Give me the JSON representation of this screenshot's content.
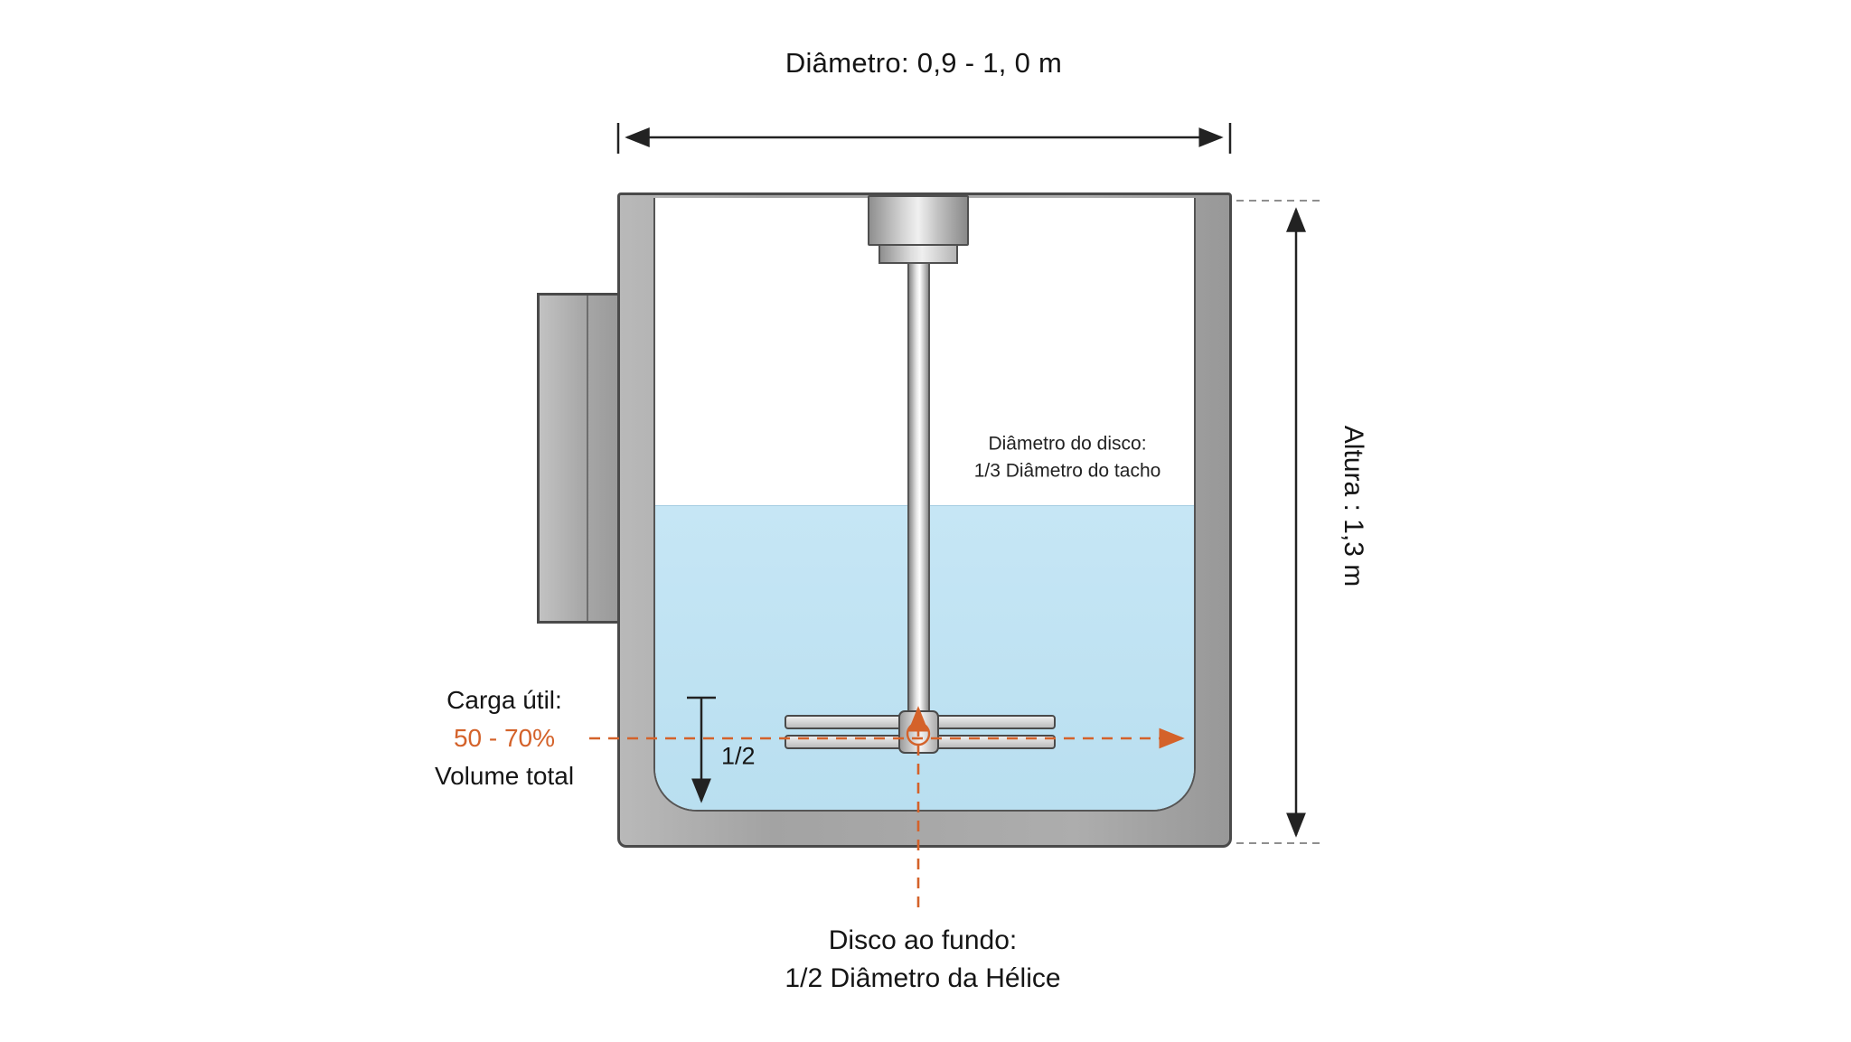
{
  "diagram": {
    "title_top": "Diâmetro: 0,9 - 1, 0 m",
    "height_label": "Altura : 1,3 m",
    "disc_label": {
      "line1": "Diâmetro do disco:",
      "line2": "1/3 Diâmetro do tacho"
    },
    "load_label": {
      "line1": "Carga útil:",
      "line2": "50 - 70%",
      "line3": "Volume total"
    },
    "half_label": "1/2",
    "bottom_label": {
      "line1": "Disco ao fundo:",
      "line2": "1/2 Diâmetro da Hélice"
    },
    "colors": {
      "accent_orange": "#D4622A",
      "liquid_blue": "#BDE0F1",
      "wall_gray": "#A9A9A9"
    }
  }
}
